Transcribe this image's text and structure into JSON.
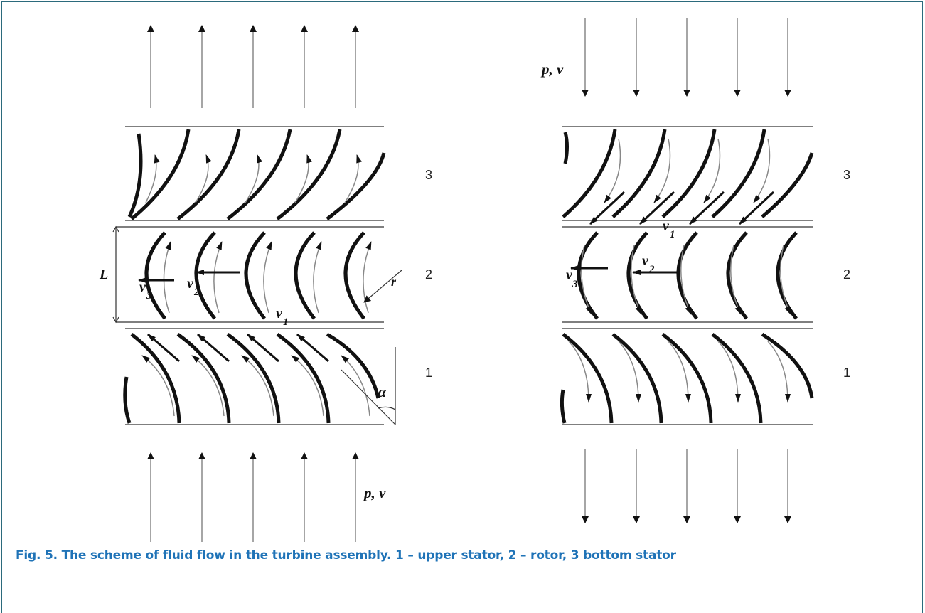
{
  "figure": {
    "left_panel": {
      "stage_numbers": [
        "3",
        "2",
        "1"
      ],
      "inflow_label": "p, v",
      "length_label": "L",
      "radius_label": "r",
      "angle_label": "α",
      "velocity_labels": [
        {
          "base": "v",
          "sub": "3"
        },
        {
          "base": "v",
          "sub": "2"
        },
        {
          "base": "v",
          "sub": "1"
        }
      ]
    },
    "right_panel": {
      "stage_numbers": [
        "3",
        "2",
        "1"
      ],
      "inflow_label": "p, v",
      "velocity_labels": [
        {
          "base": "v",
          "sub": "3"
        },
        {
          "base": "v",
          "sub": "2"
        },
        {
          "base": "v",
          "sub": "1"
        }
      ]
    }
  },
  "caption": {
    "text": "Fig. 5. The scheme of fluid flow in the turbine assembly. 1 – upper stator, 2 – rotor, 3 bottom stator",
    "color": "#1f73b7"
  },
  "colors": {
    "frame": "#2b6a7c",
    "ink": "#111111",
    "light_line": "#888888"
  }
}
